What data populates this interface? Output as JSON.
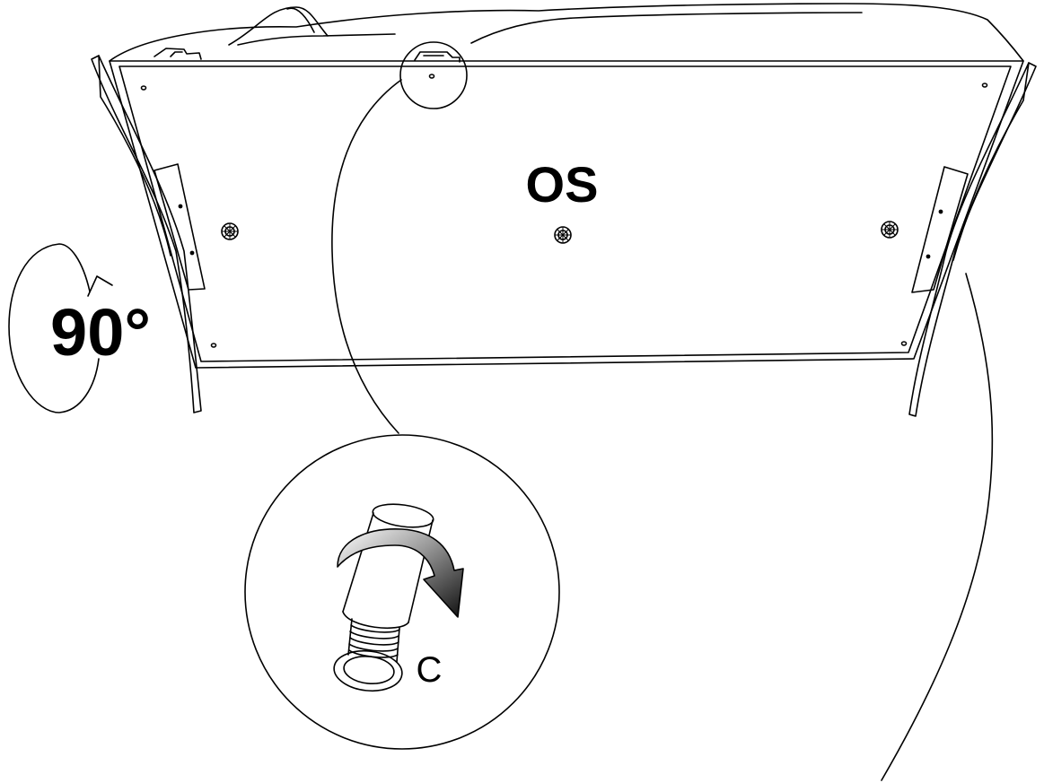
{
  "labels": {
    "panel_code": "OS",
    "rotation_angle": "90°",
    "part_code": "C"
  },
  "colors": {
    "line": "#000000",
    "background": "#ffffff"
  },
  "icons": {
    "rotation": "circular-rotation-arrow-icon",
    "turn": "curved-turn-arrow-icon",
    "screw": "wood-screw-icon"
  }
}
